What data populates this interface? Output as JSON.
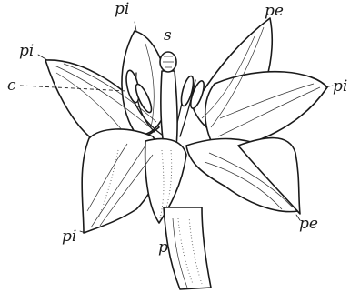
{
  "labels": {
    "pi_top": "pi",
    "pe_top": "pe",
    "s": "s",
    "pi_left": "pi",
    "c": "c",
    "pi_right": "pi",
    "pi_bottom": "pi",
    "p": "p",
    "pe_bottom": "pe"
  }
}
